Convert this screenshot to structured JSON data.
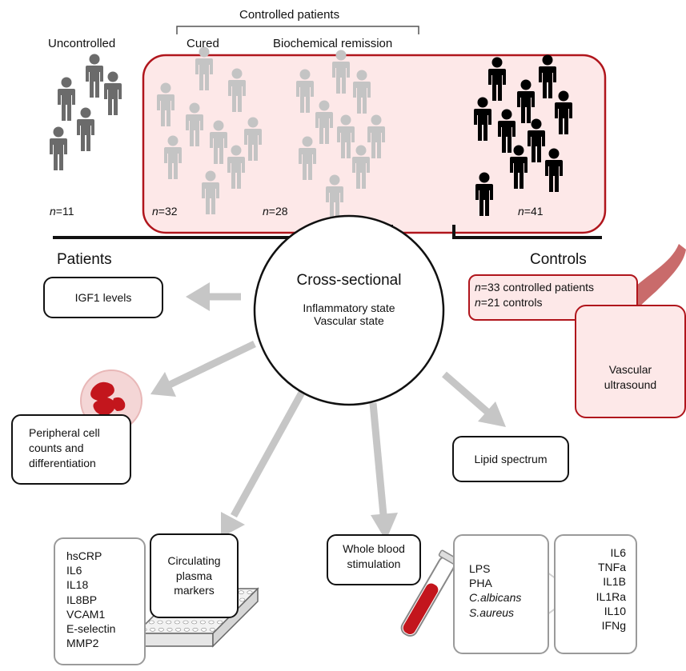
{
  "top": {
    "controlled_patients": "Controlled patients",
    "uncontrolled": "Uncontrolled",
    "cured": "Cured",
    "biochemical_remission": "Biochemical remission"
  },
  "counts": {
    "n_symbol": "n",
    "uncontrolled": "=11",
    "cured": "=32",
    "remission": "=28",
    "controls": "=41"
  },
  "groups": {
    "patients": "Patients",
    "controls": "Controls"
  },
  "center": {
    "title": "Cross-sectional",
    "line1": "Inflammatory state",
    "line2": "Vascular state"
  },
  "boxes": {
    "igf1": "IGF1 levels",
    "peripheral": [
      "Peripheral cell",
      "counts and",
      "differentiation"
    ],
    "circulating": [
      "Circulating",
      "plasma",
      "markers"
    ],
    "whole_blood": [
      "Whole blood",
      "stimulation"
    ],
    "lipid": "Lipid spectrum",
    "vascular": [
      "Vascular",
      "ultrasound"
    ],
    "vascular_counts": [
      {
        "n": "n",
        "text": "=33 controlled patients"
      },
      {
        "n": "n",
        "text": "=21 controls"
      }
    ]
  },
  "markers": [
    "hsCRP",
    "IL6",
    "IL18",
    "IL8BP",
    "VCAM1",
    "E-selectin",
    "MMP2"
  ],
  "stimuli": [
    {
      "text": "LPS",
      "italic": false
    },
    {
      "text": "PHA",
      "italic": false
    },
    {
      "text": "C.albicans",
      "italic": true
    },
    {
      "text": "S.aureus",
      "italic": true
    }
  ],
  "cytokines": [
    "IL6",
    "TNFa",
    "IL1B",
    "IL1Ra",
    "IL10",
    "IFNg"
  ],
  "colors": {
    "uncontrolled": "#6b6b6b",
    "controlled": "#c4c4c4",
    "controls": "#000000",
    "pink_fill": "#fde8e8",
    "red_border": "#b0151c",
    "arrow": "#c6c6c6"
  }
}
